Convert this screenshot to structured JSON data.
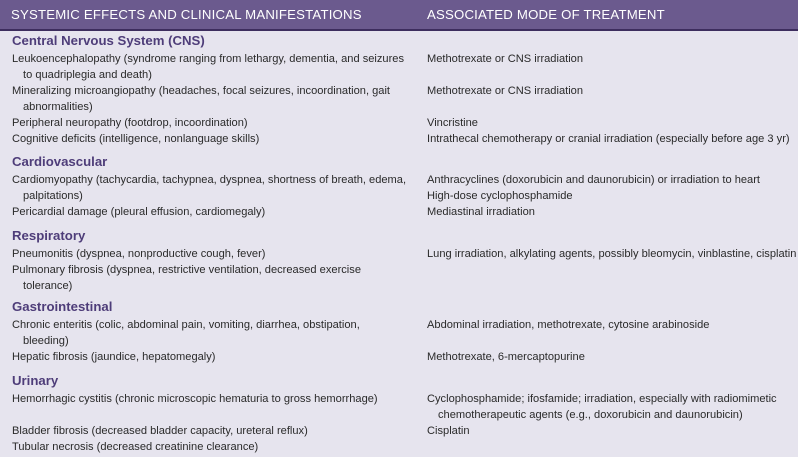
{
  "header": {
    "effects_col": "SYSTEMIC EFFECTS AND CLINICAL MANIFESTATIONS",
    "treatment_col": "ASSOCIATED MODE OF TREATMENT"
  },
  "sections": [
    {
      "title": "Central Nervous System (CNS)",
      "rows": [
        {
          "effect": [
            "Leukoencephalopathy (syndrome ranging from lethargy, dementia, and seizures",
            "to quadriplegia and death)"
          ],
          "treatment": [
            "Methotrexate or CNS irradiation"
          ]
        },
        {
          "effect": [
            "Mineralizing microangiopathy (headaches, focal seizures, incoordination, gait",
            "abnormalities)"
          ],
          "treatment": [
            "Methotrexate or CNS irradiation"
          ]
        },
        {
          "effect": [
            "Peripheral neuropathy (footdrop, incoordination)"
          ],
          "treatment": [
            "Vincristine"
          ]
        },
        {
          "effect": [
            "Cognitive deficits (intelligence, nonlanguage skills)"
          ],
          "treatment": [
            "Intrathecal chemotherapy or cranial irradiation (especially before age 3 yr)"
          ]
        }
      ]
    },
    {
      "title": "Cardiovascular",
      "rows": [
        {
          "effect": [
            "Cardiomyopathy (tachycardia, tachypnea, dyspnea, shortness of breath, edema,",
            "palpitations)"
          ],
          "treatment": [
            "Anthracyclines (doxorubicin and daunorubicin) or irradiation to heart",
            "High-dose cyclophosphamide"
          ]
        },
        {
          "effect": [
            "Pericardial damage (pleural effusion, cardiomegaly)"
          ],
          "treatment": [
            "Mediastinal irradiation"
          ]
        }
      ]
    },
    {
      "title": "Respiratory",
      "rows": [
        {
          "effect": [
            "Pneumonitis (dyspnea, nonproductive cough, fever)"
          ],
          "treatment": [
            "Lung irradiation, alkylating agents, possibly bleomycin, vinblastine, cisplatin"
          ]
        },
        {
          "effect": [
            "Pulmonary fibrosis (dyspnea, restrictive ventilation, decreased exercise",
            "tolerance)"
          ],
          "treatment": []
        }
      ]
    },
    {
      "title": "Gastrointestinal",
      "rows": [
        {
          "effect": [
            "Chronic enteritis (colic, abdominal pain, vomiting, diarrhea, obstipation,",
            "bleeding)"
          ],
          "treatment": [
            "Abdominal irradiation, methotrexate, cytosine arabinoside"
          ]
        },
        {
          "effect": [
            "Hepatic fibrosis (jaundice, hepatomegaly)"
          ],
          "treatment": [
            "Methotrexate, 6-mercaptopurine"
          ]
        }
      ]
    },
    {
      "title": "Urinary",
      "rows": [
        {
          "effect": [
            "Hemorrhagic cystitis (chronic microscopic hematuria to gross hemorrhage)"
          ],
          "treatment": [
            "Cyclophosphamide; ifosfamide; irradiation, especially with radiomimetic",
            "chemotherapeutic agents (e.g., doxorubicin and daunorubicin)"
          ]
        },
        {
          "effect": [
            "Bladder fibrosis (decreased bladder capacity, ureteral reflux)"
          ],
          "treatment": [
            "Cisplatin"
          ]
        },
        {
          "effect": [
            "Tubular necrosis (decreased creatinine clearance)"
          ],
          "treatment": []
        }
      ]
    }
  ]
}
